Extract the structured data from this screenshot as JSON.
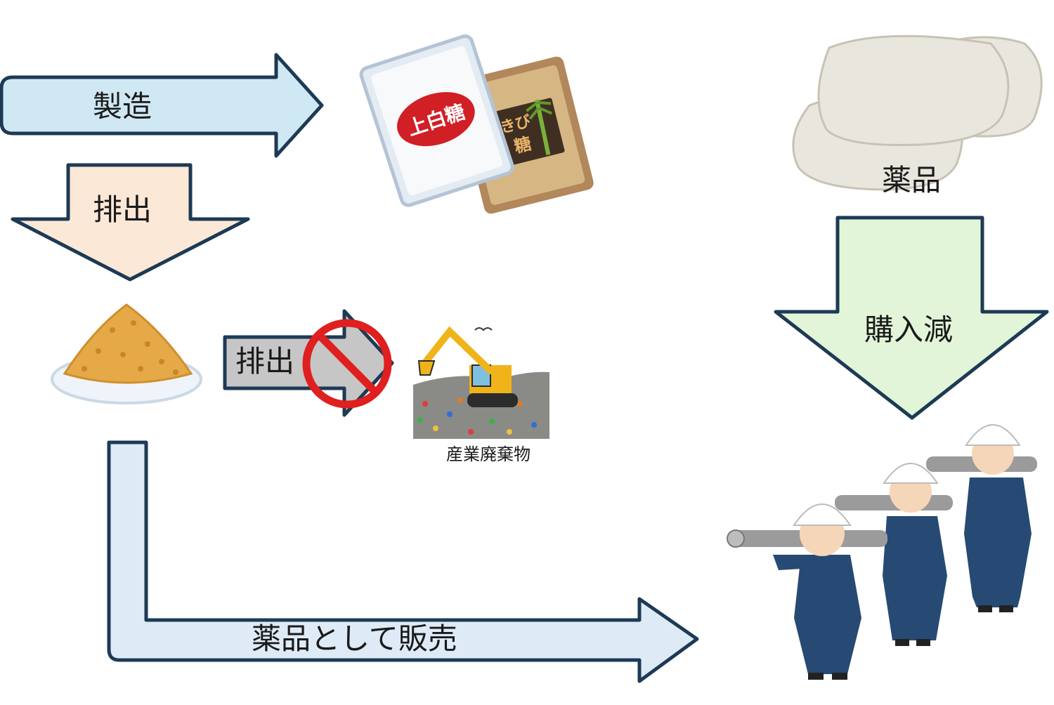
{
  "labels": {
    "manufacture": "製造",
    "discharge_top": "排出",
    "discharge_mid": "排出",
    "sell_as_chemical": "薬品として販売",
    "chemical": "薬品",
    "purchase_reduction": "購入減",
    "industrial_waste": "産業廃棄物"
  },
  "sugar_packs": {
    "white_sugar": "上白糖",
    "cane_sugar_line1": "きび",
    "cane_sugar_line2": "糖"
  },
  "colors": {
    "arrow_outline": "#1d3a55",
    "manufacture_fill": "#cfe8f3",
    "discharge_top_fill": "#fce8d6",
    "discharge_mid_fill": "#c6c6c6",
    "sell_fill": "#deebf7",
    "purchase_fill": "#e2f5d8",
    "prohibit_red": "#e01f1f",
    "worker_uniform": "#264a73",
    "helmet": "#ffffff",
    "sugar_pile": "#e6a948"
  }
}
